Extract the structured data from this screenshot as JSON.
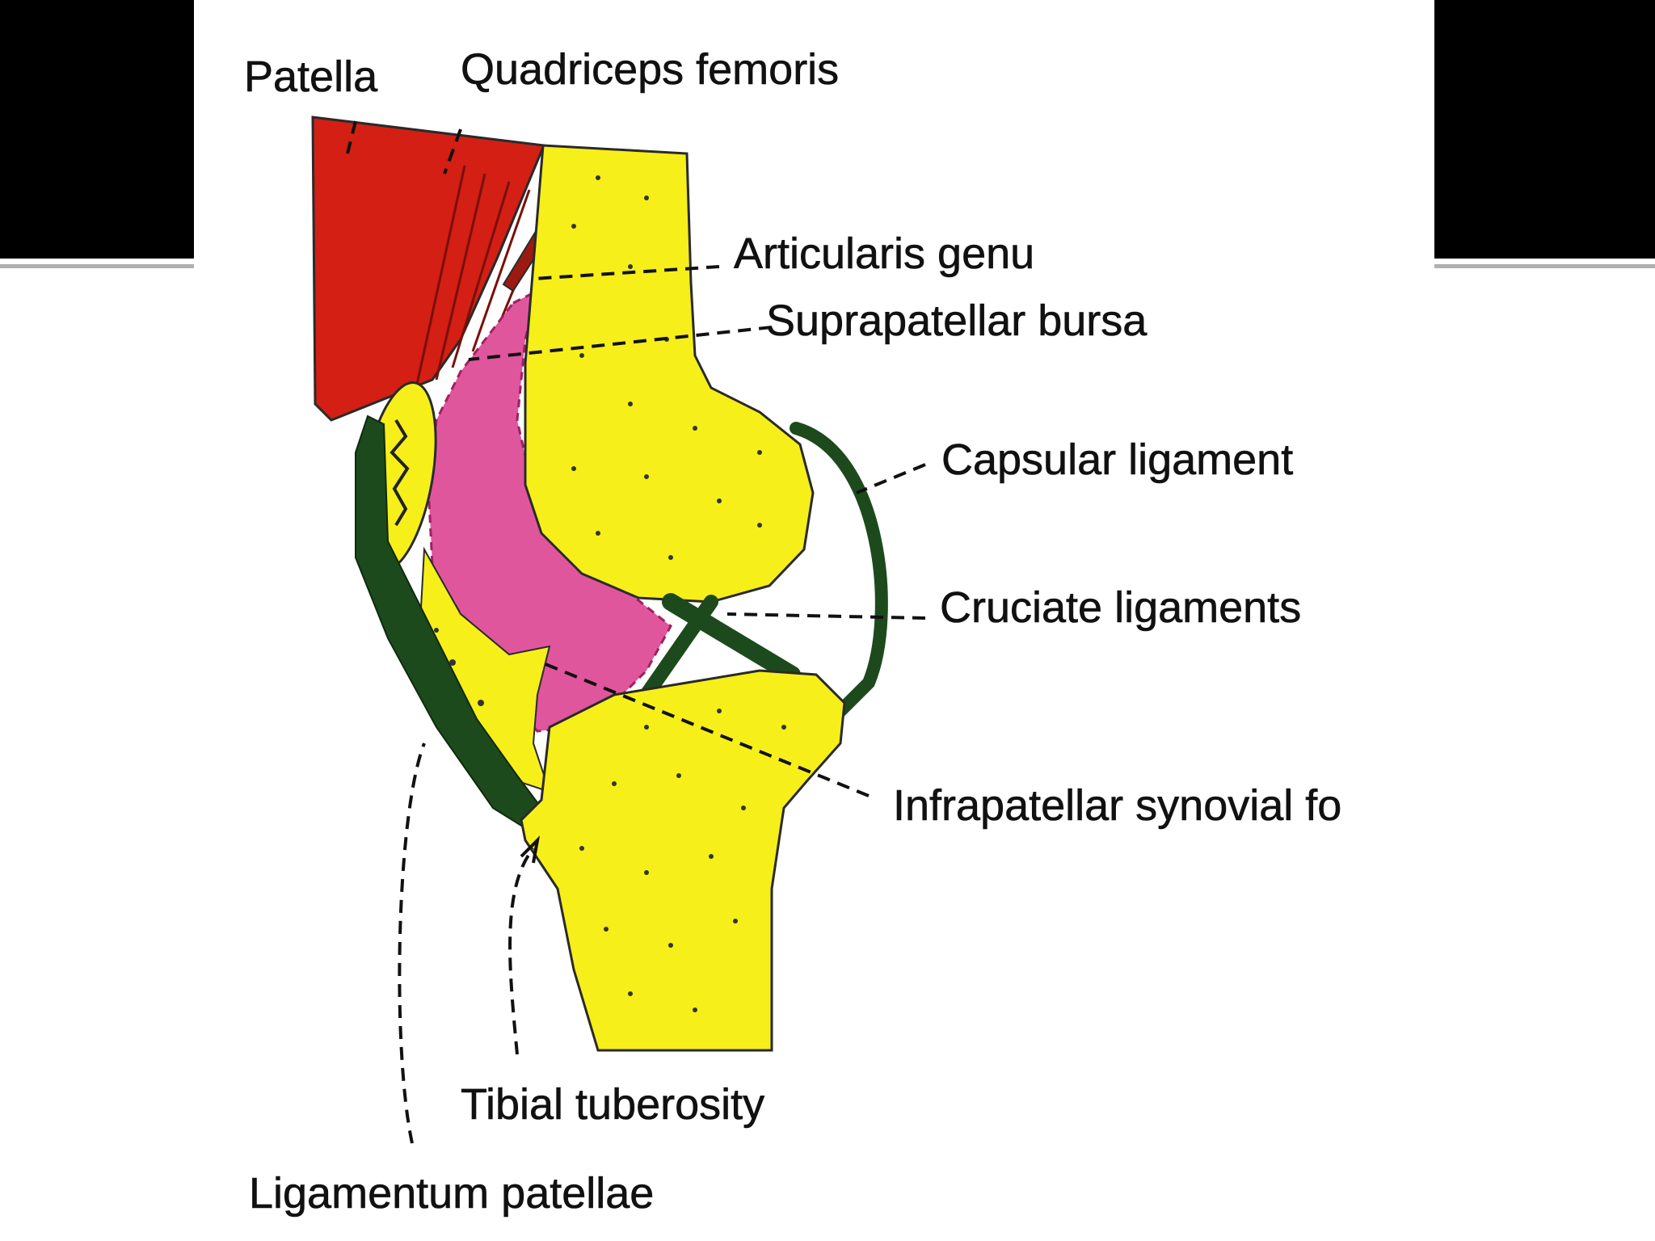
{
  "colors": {
    "slide_bar": "#000000",
    "slide_rule": "#b0b0b0",
    "background": "#ffffff",
    "bone": "#f6ef1a",
    "muscle": "#d31f14",
    "ligament": "#1d4a1d",
    "synovial": "#e0569d",
    "label_text": "#111111"
  },
  "labels": {
    "patella": "Patella",
    "quadriceps_femoris": "Quadriceps femoris",
    "articularis_genu": "Articularis genu",
    "suprapatellar_bursa": "Suprapatellar bursa",
    "capsular_ligament": "Capsular ligament",
    "cruciate_ligaments": "Cruciate ligaments",
    "infrapatellar_synovial_fold": "Infrapatellar synovial fo",
    "tibial_tuberosity": "Tibial tuberosity",
    "ligamentum_patellae": "Ligamentum patellae"
  }
}
